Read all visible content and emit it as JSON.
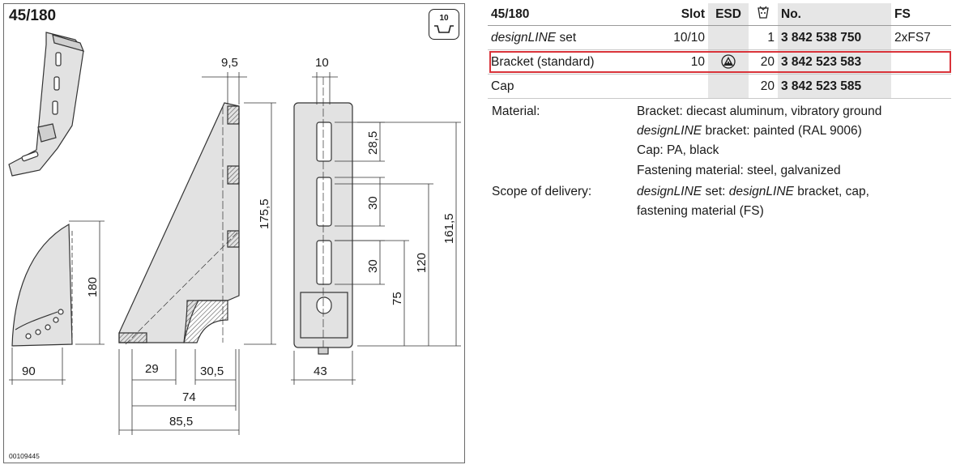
{
  "panel": {
    "title": "45/180",
    "package_qty": "10",
    "drawing_code": "00109445",
    "dimensions": {
      "d9_5": "9,5",
      "d10": "10",
      "d28_5": "28,5",
      "d30a": "30",
      "d30b": "30",
      "d175_5": "175,5",
      "d161_5": "161,5",
      "d120": "120",
      "d75": "75",
      "d180": "180",
      "d90": "90",
      "d29": "29",
      "d30_5": "30,5",
      "d74": "74",
      "d85_5": "85,5",
      "d43": "43"
    }
  },
  "table": {
    "headers": {
      "name": "45/180",
      "slot": "Slot",
      "esd": "ESD",
      "pack": "package-icon",
      "no": "No.",
      "fs": "FS"
    },
    "rows": [
      {
        "name_italic": "designLINE",
        "name_rest": " set",
        "slot": "10/10",
        "esd": "",
        "qty": "1",
        "no": "3 842 538 750",
        "fs": "2xFS7"
      },
      {
        "name": "Bracket (standard)",
        "slot": "10",
        "esd": "esd-icon",
        "qty": "20",
        "no": "3 842 523 583",
        "fs": ""
      },
      {
        "name": "Cap",
        "slot": "",
        "esd": "",
        "qty": "20",
        "no": "3 842 523 585",
        "fs": ""
      }
    ]
  },
  "specs": {
    "material_label": "Material:",
    "material_line1": "Bracket: diecast aluminum, vibratory ground",
    "material_line2_italic": "designLINE",
    "material_line2_rest": " bracket: painted (RAL 9006)",
    "material_line3": "Cap: PA, black",
    "material_line4": "Fastening material: steel, galvanized",
    "scope_label": "Scope of delivery:",
    "scope_line1_italic_a": "designLINE",
    "scope_line1_mid": " set: ",
    "scope_line1_italic_b": "designLINE",
    "scope_line1_rest": " bracket, cap,",
    "scope_line2": "fastening material (FS)"
  },
  "colors": {
    "highlight": "#d9333a",
    "shade": "#e6e6e6",
    "part_fill": "#e2e2e2"
  }
}
